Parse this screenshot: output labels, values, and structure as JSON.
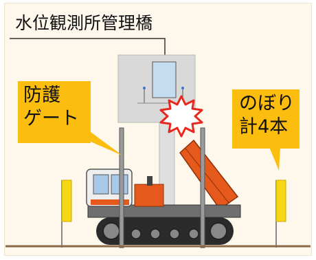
{
  "title": "水位観測所管理橋",
  "callouts": {
    "gate": [
      "防護",
      "ゲート"
    ],
    "flags": [
      "のぼり",
      "計4本"
    ]
  },
  "colors": {
    "background": "#fdf7ec",
    "callout": "#fbbd0e",
    "structure": "#d9d9d9",
    "ground": "#8b6a4a",
    "machine_body": "#e55a1c",
    "flag": "#f5d716",
    "warning_burst": "#e8271f"
  }
}
